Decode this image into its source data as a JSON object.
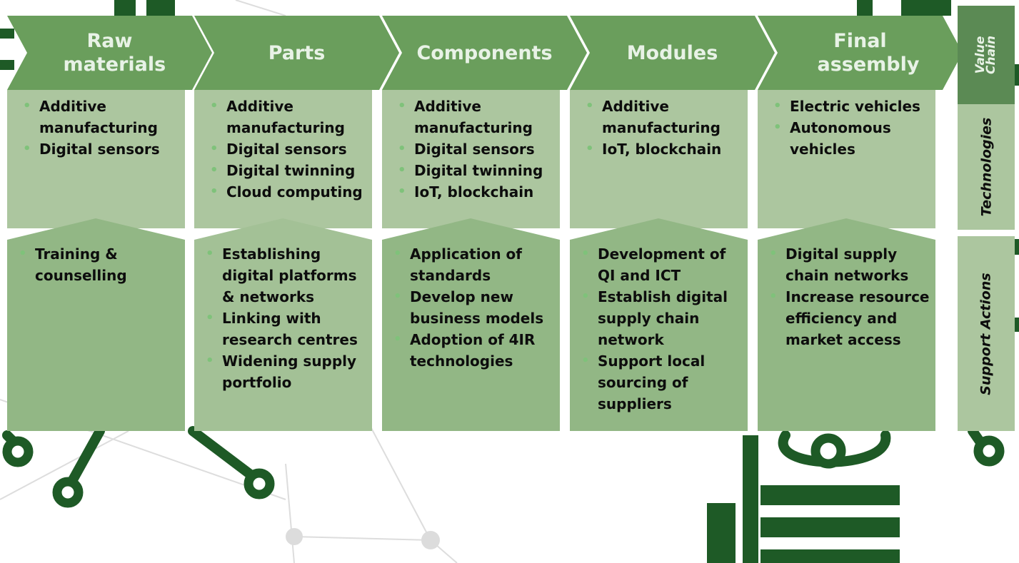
{
  "colors": {
    "chevron": "#6a9e5c",
    "chevron_text": "#e8f2e6",
    "technology_box": "#acc69f",
    "support_box": "#92b785",
    "bullet": "#7fc27a",
    "side_dark": "#5b8a54",
    "side_light": "#acc69f",
    "background_circuit": "#1e5a26"
  },
  "stages": [
    {
      "title": "Raw materials",
      "technologies": [
        "Additive manufacturing",
        "Digital sensors"
      ],
      "support_actions": [
        "Training & counselling"
      ]
    },
    {
      "title": "Parts",
      "technologies": [
        "Additive manufacturing",
        "Digital sensors",
        "Digital twinning",
        "Cloud computing"
      ],
      "support_actions": [
        "Establishing digital platforms & networks",
        "Linking with research centres",
        "Widening supply portfolio"
      ]
    },
    {
      "title": "Components",
      "technologies": [
        "Additive manufacturing",
        "Digital sensors",
        "Digital twinning",
        "IoT, blockchain"
      ],
      "support_actions": [
        "Application of standards",
        "Develop new business models",
        "Adoption of 4IR technologies"
      ]
    },
    {
      "title": "Modules",
      "technologies": [
        "Additive manufacturing",
        "IoT, blockchain"
      ],
      "support_actions": [
        "Development of QI and ICT",
        "Establish digital supply chain network",
        "Support local sourcing of suppliers"
      ]
    },
    {
      "title": "Final assembly",
      "technologies": [
        "Electric vehicles",
        "Autonomous vehicles"
      ],
      "support_actions": [
        "Digital supply chain networks",
        "Increase resource efficiency and market access"
      ]
    }
  ],
  "row_labels": {
    "value_chain": "Value Chain",
    "technologies": "Technologies",
    "support_actions": "Support Actions"
  }
}
